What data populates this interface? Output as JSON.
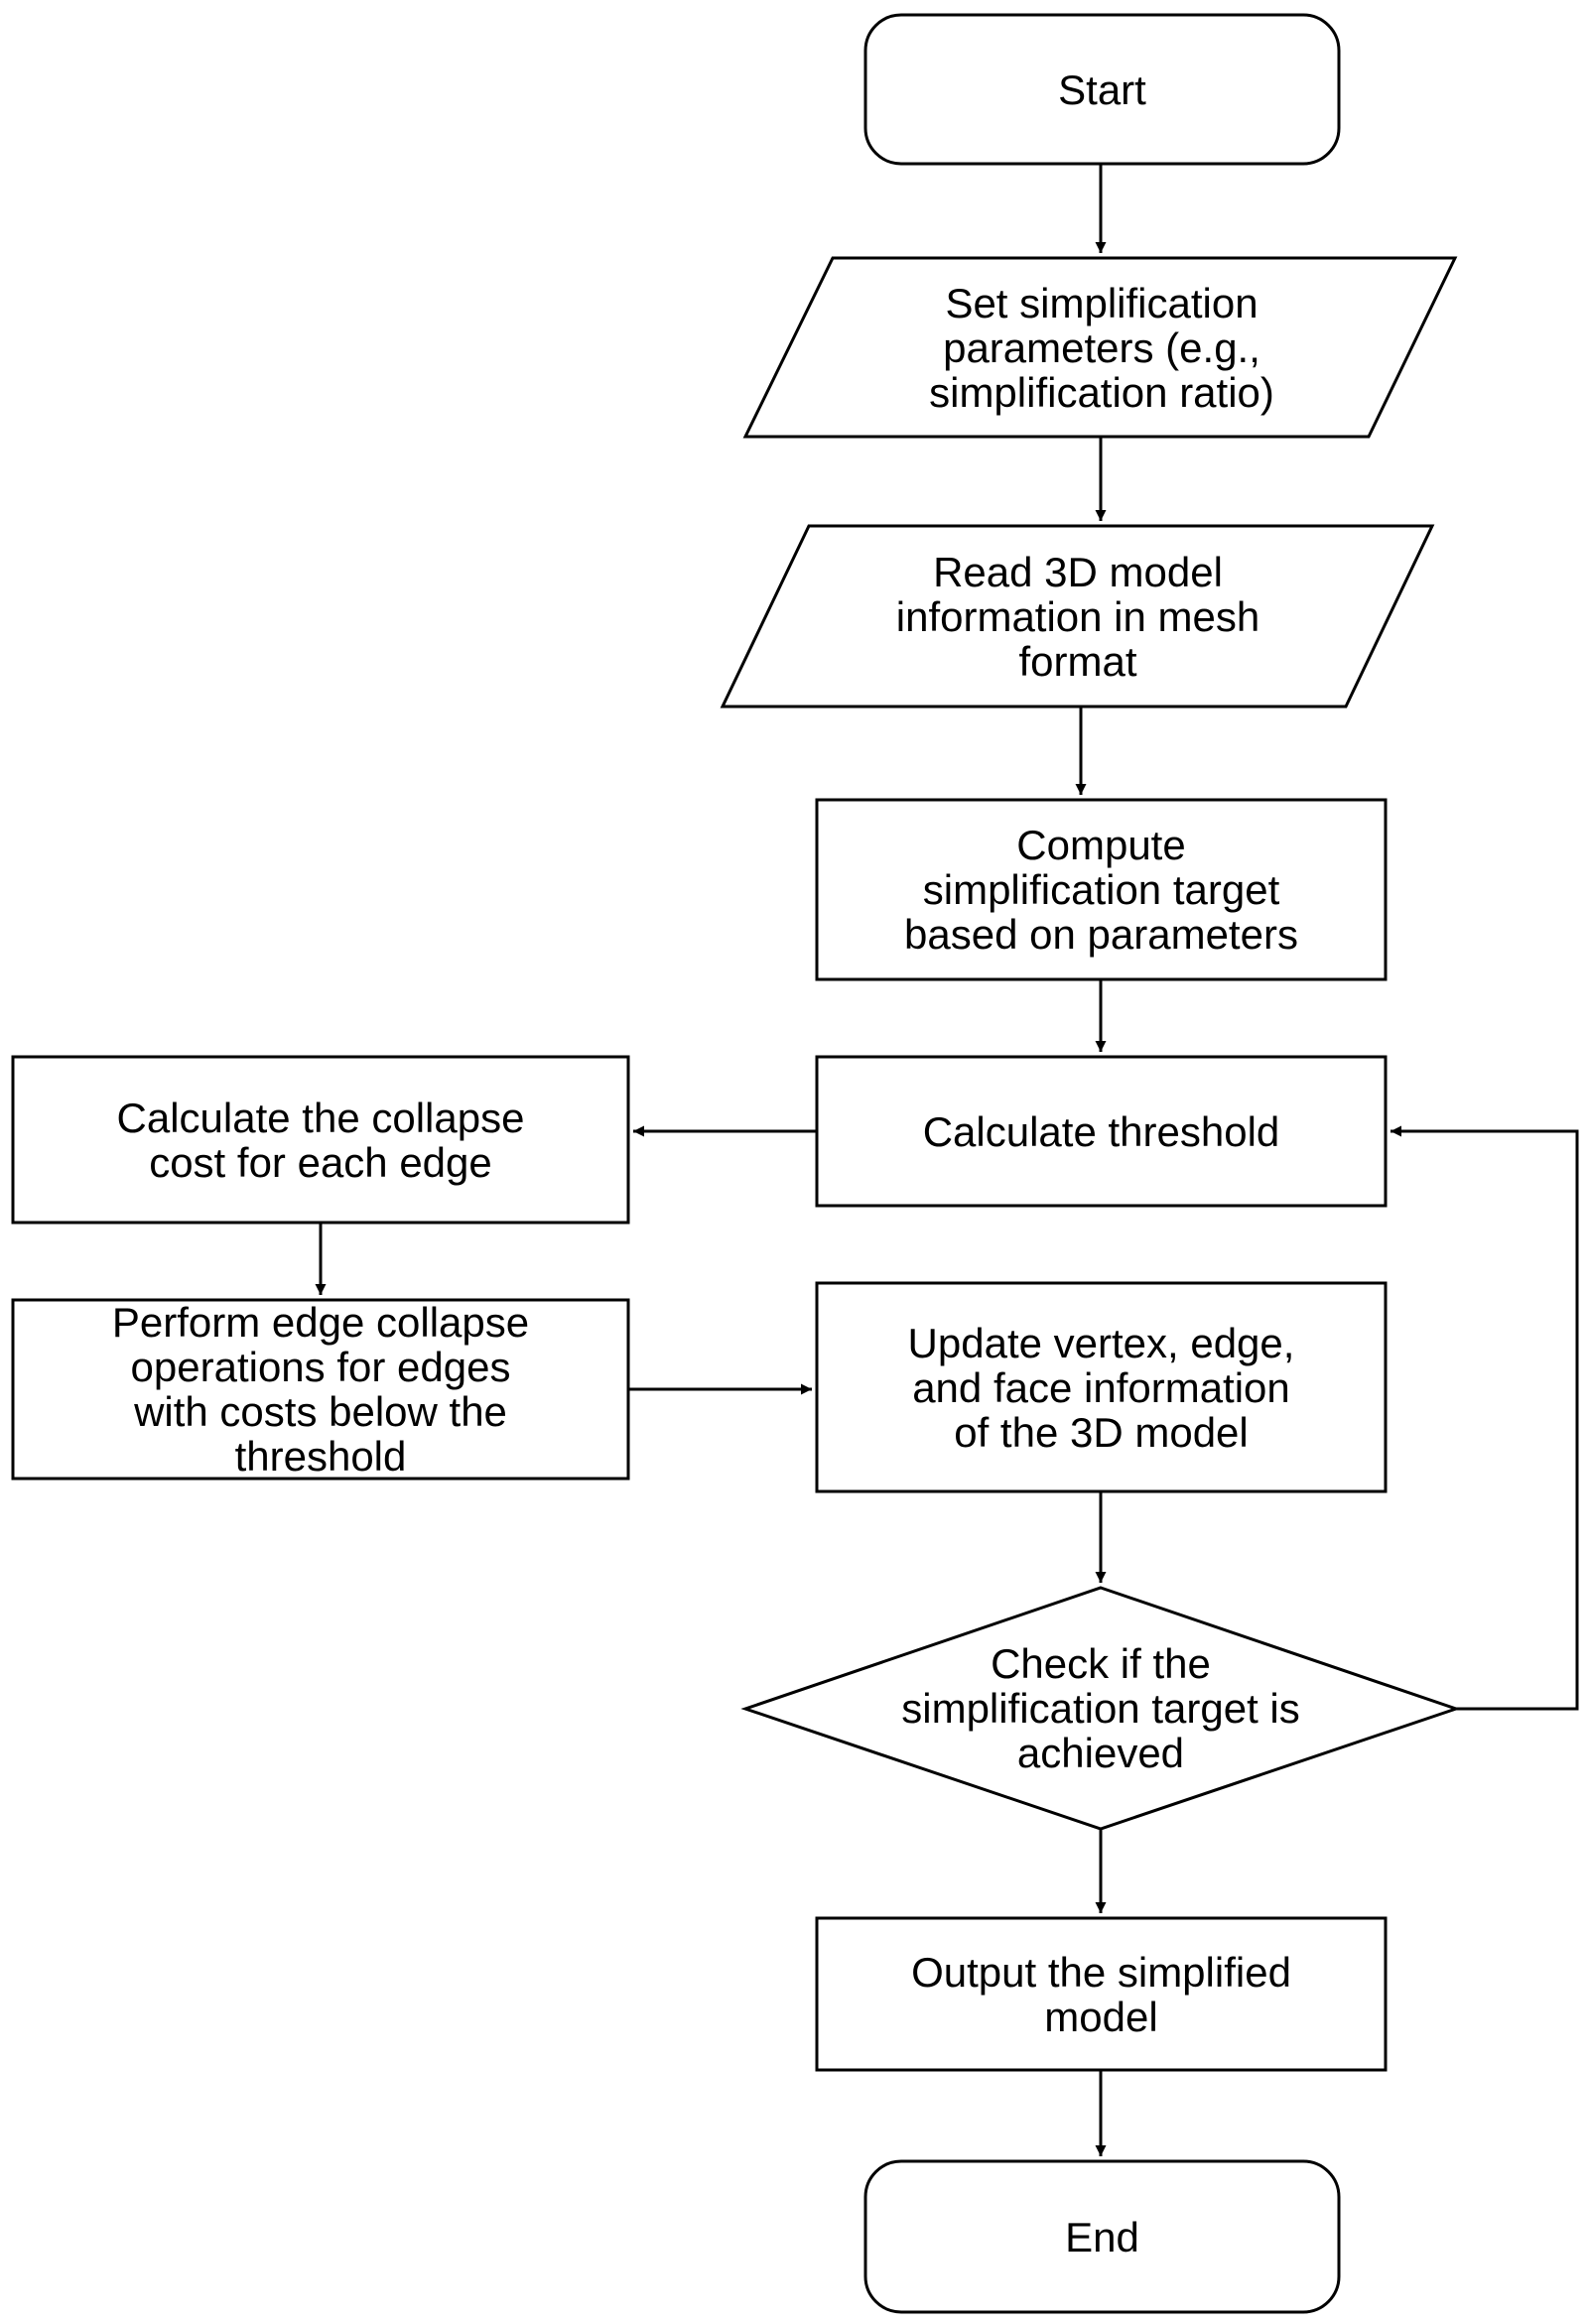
{
  "flowchart": {
    "nodes": {
      "start": "Start",
      "set_params": "Set simplification\nparameters (e.g.,\nsimplification ratio)",
      "read_model": "Read 3D model\ninformation in mesh\nformat",
      "compute_target": "Compute\nsimplification target\nbased on parameters",
      "calc_threshold": "Calculate threshold",
      "calc_cost": "Calculate the collapse\ncost for each edge",
      "perform_collapse": "Perform edge collapse\noperations for edges\nwith costs below the\nthreshold",
      "update_info": "Update vertex, edge,\nand face information\nof the 3D model",
      "check_target": "Check if the\nsimplification target is\nachieved",
      "output_model": "Output the simplified\nmodel",
      "end": "End"
    },
    "colors": {
      "stroke": "#000000",
      "fill": "#ffffff",
      "text": "#000000"
    }
  }
}
